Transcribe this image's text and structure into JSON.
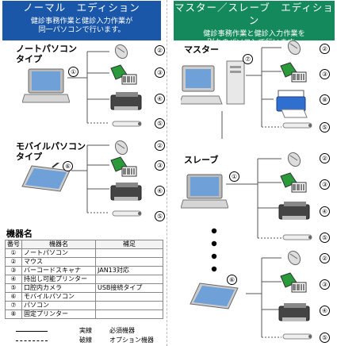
{
  "normal": {
    "title": "ノーマル　エディション",
    "subtitle": [
      "健診事務作業と健診入力作業が",
      "同一パソコンで行います。"
    ],
    "color": "#1a57a8",
    "notebook_label": [
      "ノートパソコン",
      "タイプ"
    ],
    "mobile_label": [
      "モバイルパソコン",
      "タイプ"
    ]
  },
  "master": {
    "title": "マスター／スレーブ　エディション",
    "subtitle": [
      "健診事務作業と健診入力作業を",
      "別々のパソコンで行います。"
    ],
    "color": "#148a5c",
    "master_label": "マスター",
    "slave_label": "スレーブ"
  },
  "markers": [
    "①",
    "②",
    "③",
    "④",
    "⑤",
    "⑥",
    "⑦",
    "⑧"
  ],
  "equipment": {
    "title": "機器名",
    "headers": [
      "番号",
      "機器名",
      "補足"
    ],
    "rows": [
      {
        "no": "①",
        "name": "ノートパソコン",
        "note": ""
      },
      {
        "no": "②",
        "name": "マウス",
        "note": ""
      },
      {
        "no": "③",
        "name": "バーコードスキャナ",
        "note": "JAN13対応"
      },
      {
        "no": "④",
        "name": "持出し可能プリンター",
        "note": ""
      },
      {
        "no": "⑤",
        "name": "口腔内カメラ",
        "note": "USB接続タイプ"
      },
      {
        "no": "⑥",
        "name": "モバイルパソコン",
        "note": ""
      },
      {
        "no": "⑦",
        "name": "パソコン",
        "note": ""
      },
      {
        "no": "⑧",
        "name": "固定プリンター",
        "note": ""
      }
    ]
  },
  "legend": {
    "solid_label": "実線",
    "solid_meaning": "必須機器",
    "dashed_label": "破線",
    "dashed_meaning": "オプション機器"
  },
  "icons": [
    "notebook-pc-icon",
    "mobile-pc-icon",
    "desktop-pc-icon",
    "mouse-icon",
    "barcode-scanner-icon",
    "portable-printer-icon",
    "fixed-printer-icon",
    "intraoral-camera-icon"
  ]
}
